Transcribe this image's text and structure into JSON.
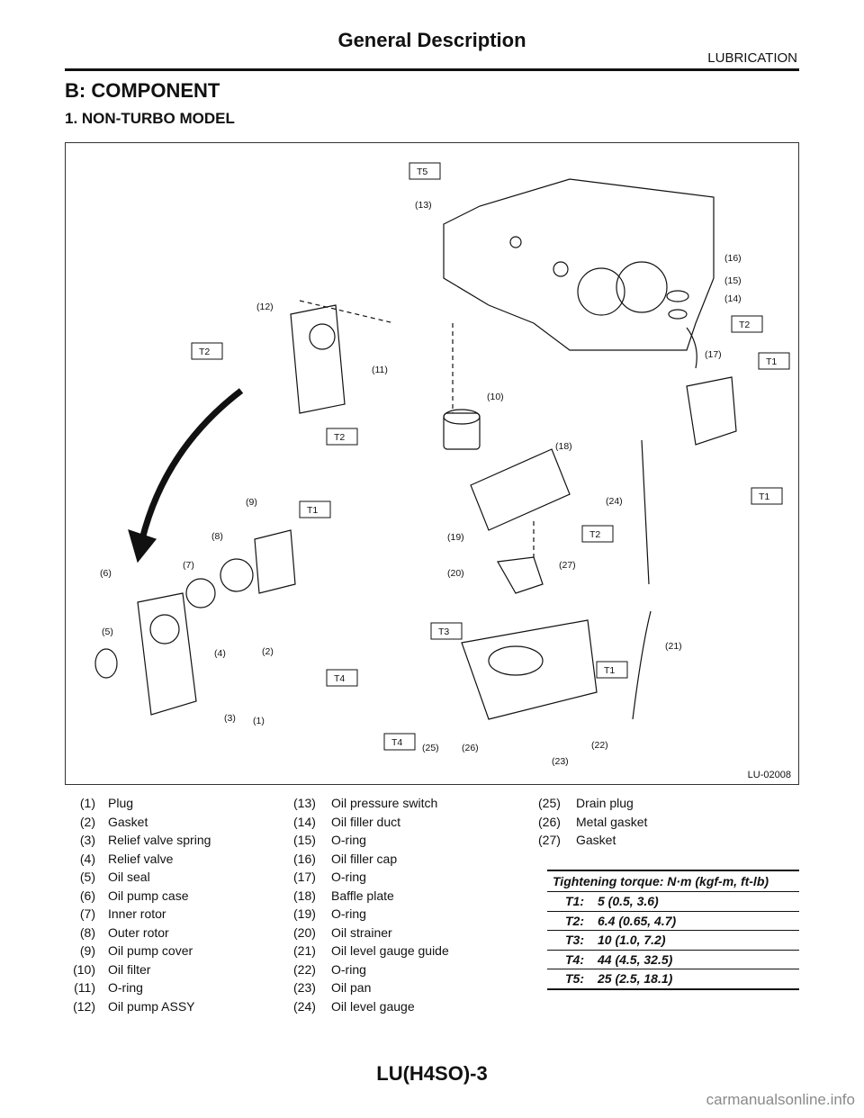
{
  "header": {
    "title": "General Description",
    "section": "LUBRICATION"
  },
  "heading": "B:  COMPONENT",
  "subheading": "1.  NON-TURBO MODEL",
  "figure": {
    "code": "LU-02008",
    "callouts": [
      "(1)",
      "(2)",
      "(3)",
      "(4)",
      "(5)",
      "(6)",
      "(7)",
      "(8)",
      "(9)",
      "(10)",
      "(11)",
      "(12)",
      "(13)",
      "(14)",
      "(15)",
      "(16)",
      "(17)",
      "(18)",
      "(19)",
      "(20)",
      "(21)",
      "(22)",
      "(23)",
      "(24)",
      "(25)",
      "(26)",
      "(27)"
    ],
    "torque_tags": [
      "T1",
      "T2",
      "T3",
      "T4",
      "T5"
    ]
  },
  "legend": {
    "col1": [
      {
        "num": "(1)",
        "name": "Plug"
      },
      {
        "num": "(2)",
        "name": "Gasket"
      },
      {
        "num": "(3)",
        "name": "Relief valve spring"
      },
      {
        "num": "(4)",
        "name": "Relief valve"
      },
      {
        "num": "(5)",
        "name": "Oil seal"
      },
      {
        "num": "(6)",
        "name": "Oil pump case"
      },
      {
        "num": "(7)",
        "name": "Inner rotor"
      },
      {
        "num": "(8)",
        "name": "Outer rotor"
      },
      {
        "num": "(9)",
        "name": "Oil pump cover"
      },
      {
        "num": "(10)",
        "name": "Oil filter"
      },
      {
        "num": "(11)",
        "name": "O-ring"
      },
      {
        "num": "(12)",
        "name": "Oil pump ASSY"
      }
    ],
    "col2": [
      {
        "num": "(13)",
        "name": "Oil pressure switch"
      },
      {
        "num": "(14)",
        "name": "Oil filler duct"
      },
      {
        "num": "(15)",
        "name": "O-ring"
      },
      {
        "num": "(16)",
        "name": "Oil filler cap"
      },
      {
        "num": "(17)",
        "name": "O-ring"
      },
      {
        "num": "(18)",
        "name": "Baffle plate"
      },
      {
        "num": "(19)",
        "name": "O-ring"
      },
      {
        "num": "(20)",
        "name": "Oil strainer"
      },
      {
        "num": "(21)",
        "name": "Oil level gauge guide"
      },
      {
        "num": "(22)",
        "name": "O-ring"
      },
      {
        "num": "(23)",
        "name": "Oil pan"
      },
      {
        "num": "(24)",
        "name": "Oil level gauge"
      }
    ],
    "col3": [
      {
        "num": "(25)",
        "name": "Drain plug"
      },
      {
        "num": "(26)",
        "name": "Metal gasket"
      },
      {
        "num": "(27)",
        "name": "Gasket"
      }
    ]
  },
  "torque": {
    "title": "Tightening torque: N·m (kgf-m, ft-lb)",
    "rows": [
      {
        "key": "T1:",
        "value": "5 (0.5, 3.6)"
      },
      {
        "key": "T2:",
        "value": "6.4 (0.65, 4.7)"
      },
      {
        "key": "T3:",
        "value": "10 (1.0, 7.2)"
      },
      {
        "key": "T4:",
        "value": "44 (4.5, 32.5)"
      },
      {
        "key": "T5:",
        "value": "25 (2.5, 18.1)"
      }
    ]
  },
  "footer": "LU(H4SO)-3",
  "watermark": "carmanualsonline.info"
}
